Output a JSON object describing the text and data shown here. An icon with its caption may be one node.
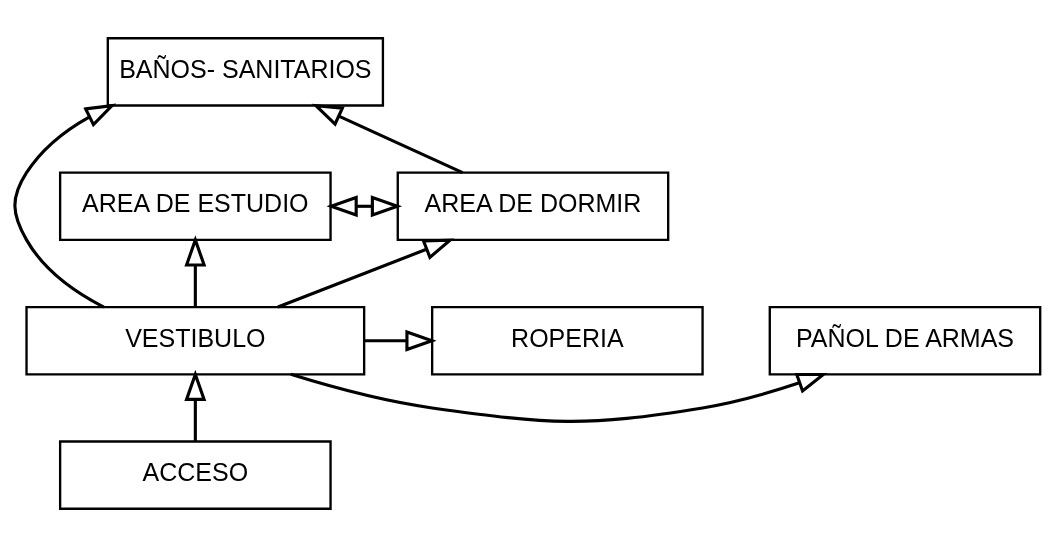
{
  "diagram": {
    "nodes": [
      {
        "text": [
          "BAÑOS- SANITARIOS"
        ]
      },
      {
        "text": [
          "AREA DE ESTUDIO"
        ]
      },
      {
        "text": [
          "AREA DE DORMIR"
        ]
      },
      {
        "text": [
          "PAÑOL DE ARMAS"
        ]
      },
      {
        "text": [
          "VESTIBULO"
        ]
      },
      {
        "text": [
          "ROPERIA"
        ]
      },
      {
        "text": [
          "ACCESO"
        ]
      }
    ],
    "edges": [
      {
        "from": 6,
        "to": 4,
        "arrow": "to"
      },
      {
        "from": 4,
        "to": 3,
        "arrow": "to"
      },
      {
        "from": 4,
        "to": 5,
        "arrow": "to"
      },
      {
        "from": 4,
        "to": 1,
        "arrow": "to"
      },
      {
        "from": 4,
        "to": 2,
        "arrow": "to"
      },
      {
        "from": 4,
        "to": 0,
        "arrow": "to"
      },
      {
        "from": 2,
        "to": 0,
        "arrow": "to"
      },
      {
        "from": 1,
        "to": 2,
        "arrow": "both"
      }
    ]
  }
}
